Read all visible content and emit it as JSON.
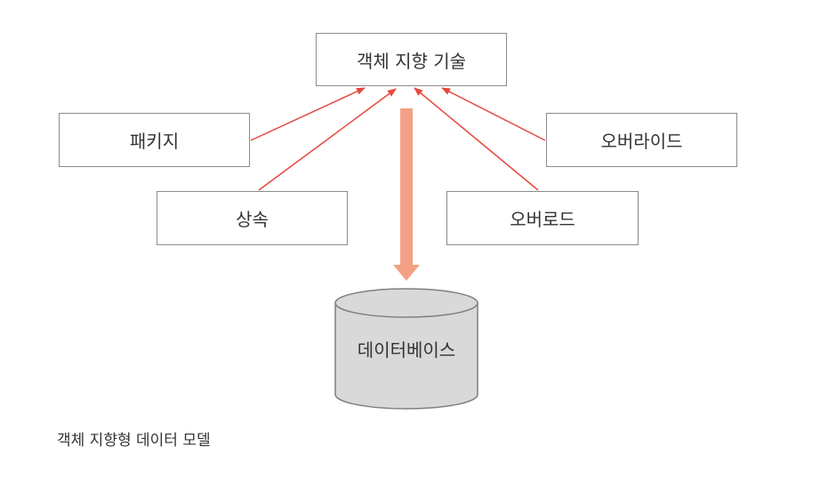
{
  "diagram": {
    "root": {
      "label": "객체 지향 기술"
    },
    "concepts": [
      {
        "id": "package",
        "label": "패키지"
      },
      {
        "id": "inheritance",
        "label": "상속"
      },
      {
        "id": "override",
        "label": "오버라이드"
      },
      {
        "id": "overload",
        "label": "오버로드"
      }
    ],
    "database": {
      "label": "데이터베이스"
    },
    "caption": "객체 지향형 데이터 모델",
    "colors": {
      "arrow": "#e8483c",
      "flow_arrow": "#f4a084",
      "box_border": "#8c8c8c",
      "cylinder_fill": "#d9d9d9",
      "cylinder_stroke": "#7f7f7f",
      "text": "#333333"
    }
  }
}
